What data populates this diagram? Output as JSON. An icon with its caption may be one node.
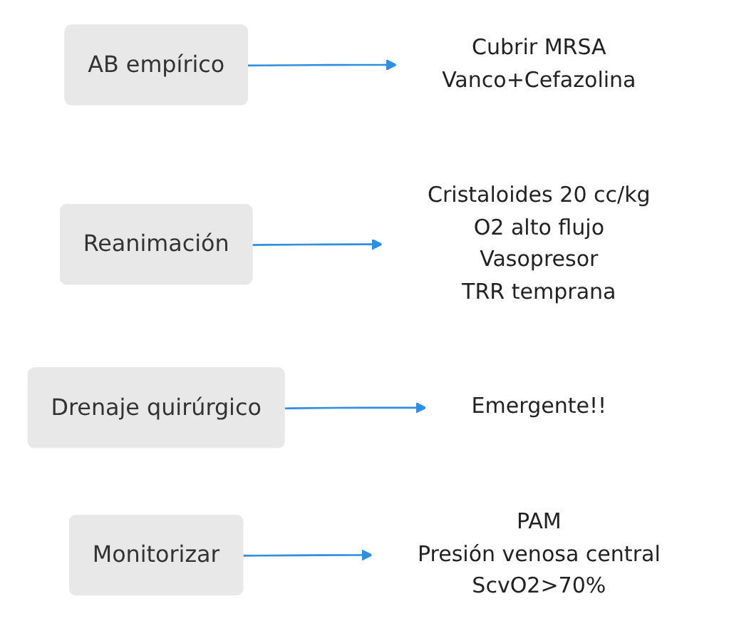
{
  "diagram": {
    "nodes": [
      {
        "text": [
          "AB empírico"
        ]
      },
      {
        "text": [
          "Cubrir MRSA",
          "Vanco+Cefazolina"
        ]
      },
      {
        "text": [
          "Reanimación"
        ]
      },
      {
        "text": [
          "Cristaloides 20 cc/kg",
          "O2 alto flujo",
          "Vasopresor",
          "TRR temprana"
        ]
      },
      {
        "text": [
          "Drenaje quirúrgico"
        ]
      },
      {
        "text": [
          "Emergente!!"
        ]
      },
      {
        "text": [
          "Monitorizar"
        ]
      },
      {
        "text": [
          "PAM",
          "Presión venosa central",
          "ScvO2>70%"
        ]
      }
    ],
    "edges": [
      {
        "from": 0,
        "to": 1,
        "arrow": "to"
      },
      {
        "from": 2,
        "to": 3,
        "arrow": "to"
      },
      {
        "from": 4,
        "to": 5,
        "arrow": "to"
      },
      {
        "from": 6,
        "to": 7,
        "arrow": "to"
      }
    ]
  }
}
